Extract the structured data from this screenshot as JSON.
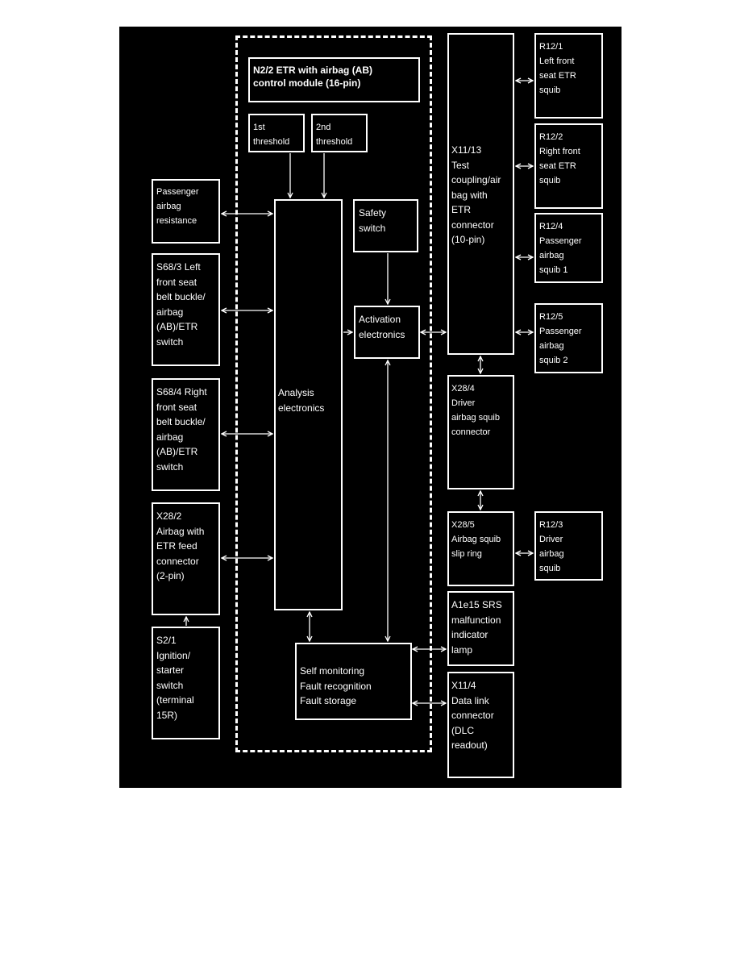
{
  "diagram": {
    "control_module": "N2/2 ETR with airbag (AB)\ncontrol module (16-pin)",
    "first_threshold": "1st\nthreshold",
    "second_threshold": "2nd\nthreshold",
    "analysis_electronics": "Analysis\nelectronics",
    "safety_switch": "Safety\nswitch",
    "activation_electronics": "Activation\nelectronics",
    "self_monitoring": "Self monitoring\nFault recognition\nFault storage",
    "passenger_airbag_resistance": "Passenger\nairbag\nresistance",
    "s68_3": "S68/3 Left\nfront seat\nbelt buckle/\nairbag\n(AB)/ETR\nswitch",
    "s68_4": "S68/4 Right\nfront seat\nbelt buckle/\nairbag\n(AB)/ETR\nswitch",
    "x28_2": "X28/2\nAirbag with\nETR feed\nconnector\n(2-pin)",
    "s2_1": "S2/1\nIgnition/\nstarter\nswitch\n(terminal\n15R)",
    "x11_13": "X11/13\nTest\ncoupling/air\nbag with\nETR\nconnector\n(10-pin)",
    "x28_4": "X28/4\nDriver\nairbag squib\nconnector",
    "x28_5": "X28/5\nAirbag squib\nslip ring",
    "a1e15": "A1e15 SRS\nmalfunction\nindicator\nlamp",
    "x11_4": "X11/4\nData link\nconnector\n(DLC\nreadout)",
    "r12_1": "R12/1\nLeft front\nseat ETR\nsquib",
    "r12_2": "R12/2\nRight front\nseat ETR\nsquib",
    "r12_4": "R12/4\nPassenger\nairbag\nsquib 1",
    "r12_5": "R12/5\nPassenger\nairbag\nsquib 2",
    "r12_3": "R12/3\nDriver\nairbag\nsquib"
  }
}
